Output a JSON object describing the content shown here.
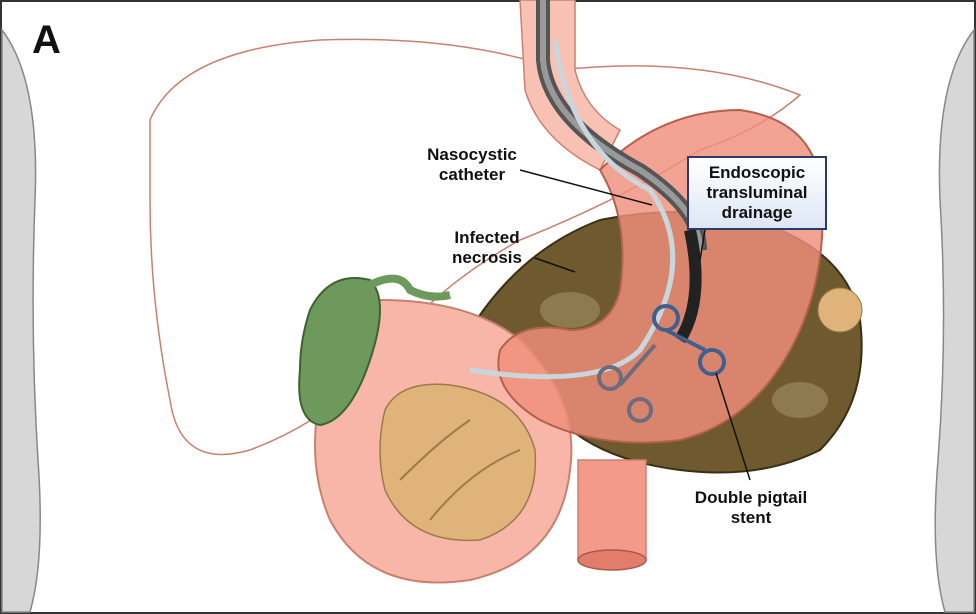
{
  "panel_label": "A",
  "labels": {
    "nasocystic_catheter": [
      "Nasocystic",
      "catheter"
    ],
    "infected_necrosis": [
      "Infected",
      "necrosis"
    ],
    "endoscopic_transluminal_drainage": [
      "Endoscopic",
      "transluminal",
      "drainage"
    ],
    "double_pigtail_stent": [
      "Double pigtail",
      "stent"
    ]
  },
  "colors": {
    "stomach": "#f08f7c",
    "necrosis": "#6e5a2e",
    "gallbladder": "#6d9a5c",
    "duodenum": "#f7b6a8",
    "pancreas": "#e0b37a",
    "body_side": "#d7d7d7",
    "stent": "#3f5f8c",
    "label_box_border": "#2a3b6b"
  }
}
